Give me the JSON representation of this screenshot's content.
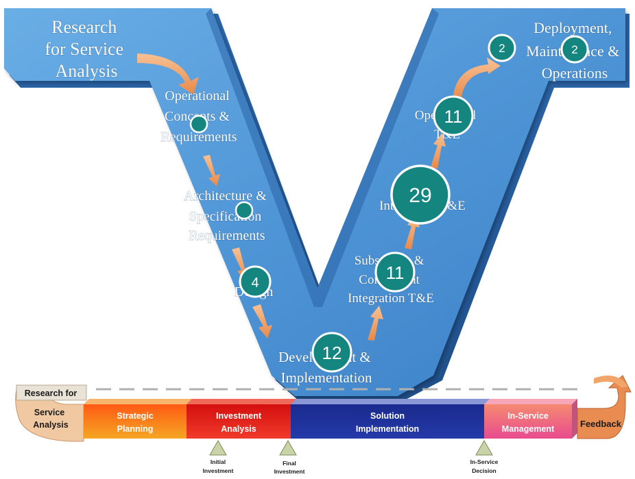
{
  "colors": {
    "v_body": "#4f95d6",
    "v_dark": "#2f6db2",
    "arrow": "#f2a56b",
    "bubble": "#14857f",
    "strategic": "#f36a1e",
    "investment": "#e31b1b",
    "solution": "#1d2b8f",
    "inservice": "#ef6b9a",
    "bar_top": "#7f8fd1",
    "research_arrow": "#f0c9a3",
    "feedback_arrow": "#e98c52"
  },
  "v_stages": {
    "research": [
      "Research",
      "for Service",
      "Analysis"
    ],
    "operational_concepts": [
      "Operational",
      "Concepts &",
      "Requirements"
    ],
    "architecture": [
      "Architecture &",
      "Specification",
      "Requirements"
    ],
    "design": [
      "Design"
    ],
    "development": [
      "Development &",
      "Implementation"
    ],
    "subsystem": [
      "Subsystem &",
      "Component",
      "Integration T&E"
    ],
    "integration": [
      "Integration T&E"
    ],
    "operational_te": [
      "Operational",
      "T&E"
    ],
    "deployment": [
      "Deployment,",
      "Maintenance &",
      "Operations"
    ]
  },
  "bubbles": [
    {
      "stage": "Operational Concepts & Requirements",
      "count": ""
    },
    {
      "stage": "Architecture & Specification Requirements",
      "count": ""
    },
    {
      "stage": "Design",
      "count": "4"
    },
    {
      "stage": "Development & Implementation",
      "count": "12"
    },
    {
      "stage": "Subsystem & Component Integration T&E",
      "count": "11"
    },
    {
      "stage": "Integration T&E",
      "count": "29"
    },
    {
      "stage": "Operational T&E",
      "count": "11"
    },
    {
      "stage": "Deployment",
      "count": "2"
    },
    {
      "stage": "Maintenance & Operations",
      "count": "2"
    }
  ],
  "lifecycle": {
    "research": [
      "Research for",
      "Service",
      "Analysis"
    ],
    "phases": [
      {
        "line1": "Strategic",
        "line2": "Planning"
      },
      {
        "line1": "Investment",
        "line2": "Analysis"
      },
      {
        "line1": "Solution",
        "line2": "Implementation"
      },
      {
        "line1": "In-Service",
        "line2": "Management"
      }
    ],
    "feedback": "Feedback",
    "milestones": [
      {
        "line1": "Initial",
        "line2": "Investment"
      },
      {
        "line1": "Final",
        "line2": "Investment"
      },
      {
        "line1": "In-Service",
        "line2": "Decision"
      }
    ]
  }
}
